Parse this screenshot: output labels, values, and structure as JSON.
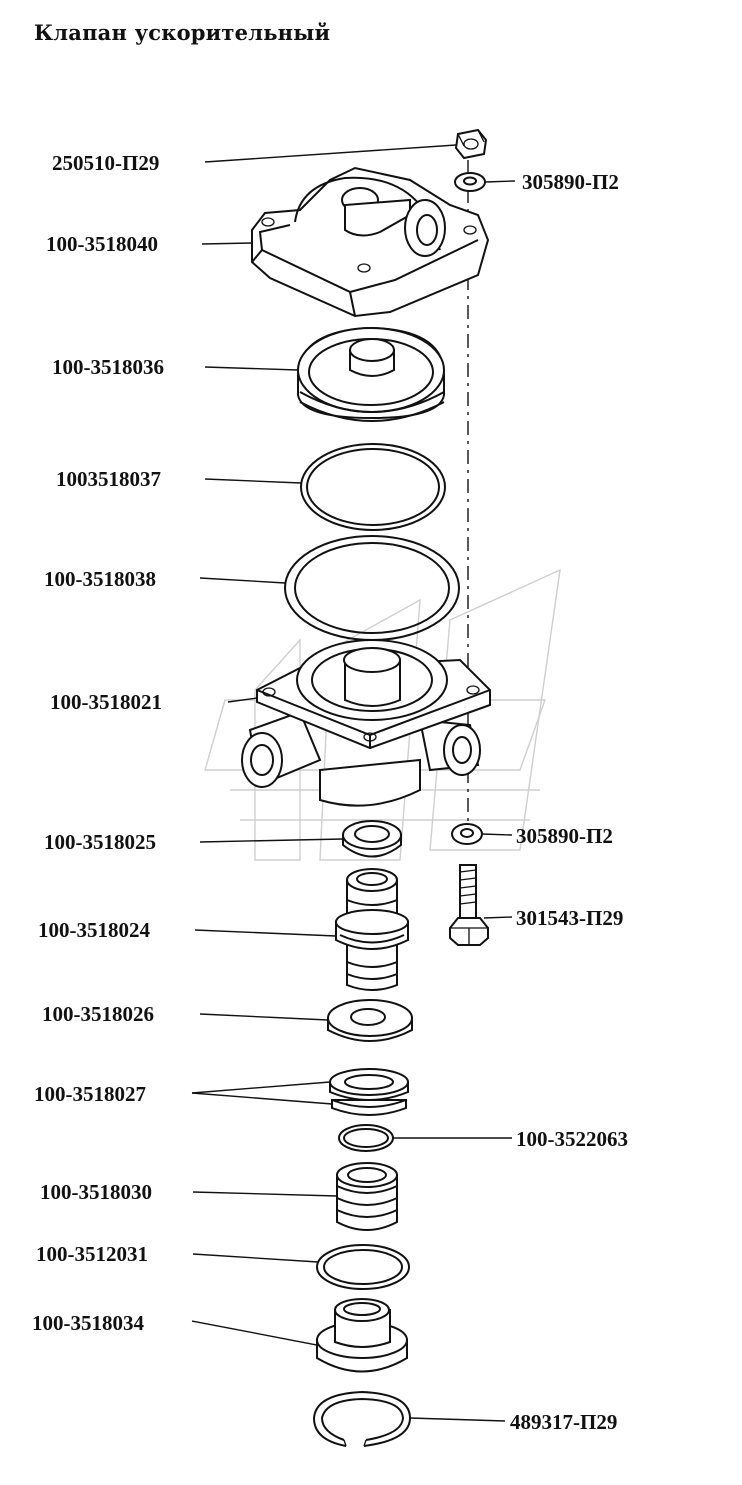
{
  "title": "Клапан ускорительный",
  "parts": [
    {
      "id": "p250510",
      "label": "250510-П29"
    },
    {
      "id": "p305890a",
      "label": "305890-П2"
    },
    {
      "id": "p3518040",
      "label": "100-3518040"
    },
    {
      "id": "p3518036",
      "label": "100-3518036"
    },
    {
      "id": "p3518037",
      "label": "1003518037"
    },
    {
      "id": "p3518038",
      "label": "100-3518038"
    },
    {
      "id": "p3518021",
      "label": "100-3518021"
    },
    {
      "id": "p3518025",
      "label": "100-3518025"
    },
    {
      "id": "p305890b",
      "label": "305890-П2"
    },
    {
      "id": "p301543",
      "label": "301543-П29"
    },
    {
      "id": "p3518024",
      "label": "100-3518024"
    },
    {
      "id": "p3518026",
      "label": "100-3518026"
    },
    {
      "id": "p3518027",
      "label": "100-3518027"
    },
    {
      "id": "p3522063",
      "label": "100-3522063"
    },
    {
      "id": "p3518030",
      "label": "100-3518030"
    },
    {
      "id": "p3512031",
      "label": "100-3512031"
    },
    {
      "id": "p3518034",
      "label": "100-3518034"
    },
    {
      "id": "p489317",
      "label": "489317-П29"
    }
  ]
}
